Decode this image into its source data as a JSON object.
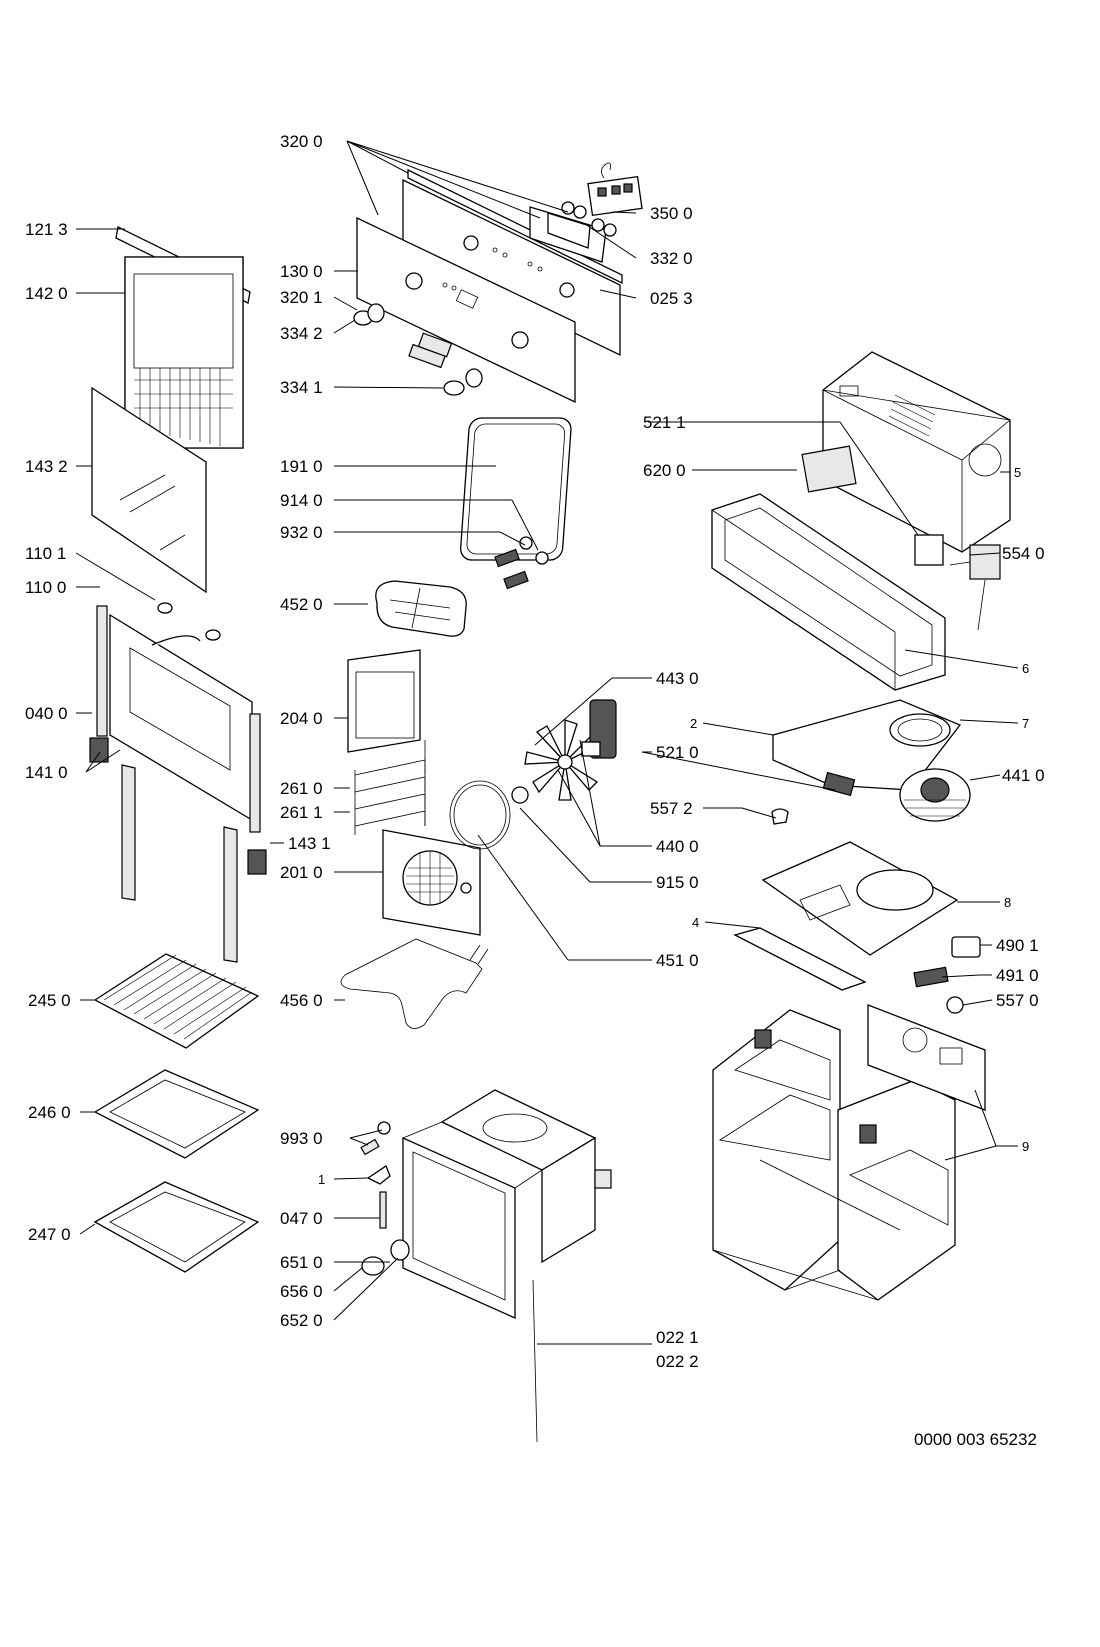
{
  "labels": {
    "l3200": "320 0",
    "l3500": "350 0",
    "l3320": "332 0",
    "l1213": "121 3",
    "l1300": "130 0",
    "l0253": "025 3",
    "l1420": "142 0",
    "l3201": "320 1",
    "l3342": "334 2",
    "l3341": "334 1",
    "l5211": "521 1",
    "l6200": "620 0",
    "l1432": "143 2",
    "l1910": "191 0",
    "l5": "5",
    "l9140": "914 0",
    "l9320": "932 0",
    "l5540": "554 0",
    "l1101": "110 1",
    "l1100": "110 0",
    "l4520": "452 0",
    "l6": "6",
    "l4430": "443 0",
    "l0400": "040 0",
    "l2040": "204 0",
    "l2": "2",
    "l7": "7",
    "l5210": "521 0",
    "l1410": "141 0",
    "l4410": "441 0",
    "l2610": "261 0",
    "l2611": "261 1",
    "l5572": "557 2",
    "l1431": "143 1",
    "l4400": "440 0",
    "l2010": "201 0",
    "l9150": "915 0",
    "l8": "8",
    "l4": "4",
    "l4510": "451 0",
    "l4901": "490 1",
    "l4910": "491 0",
    "l2450": "245 0",
    "l4560": "456 0",
    "l5570": "557 0",
    "l2460": "246 0",
    "l9930": "993 0",
    "l9": "9",
    "l1": "1",
    "l0470": "047 0",
    "l2470": "247 0",
    "l6510": "651 0",
    "l6560": "656 0",
    "l6520": "652 0",
    "l0221": "022 1",
    "l0222": "022 2"
  },
  "document_number": "0000 003 65232"
}
